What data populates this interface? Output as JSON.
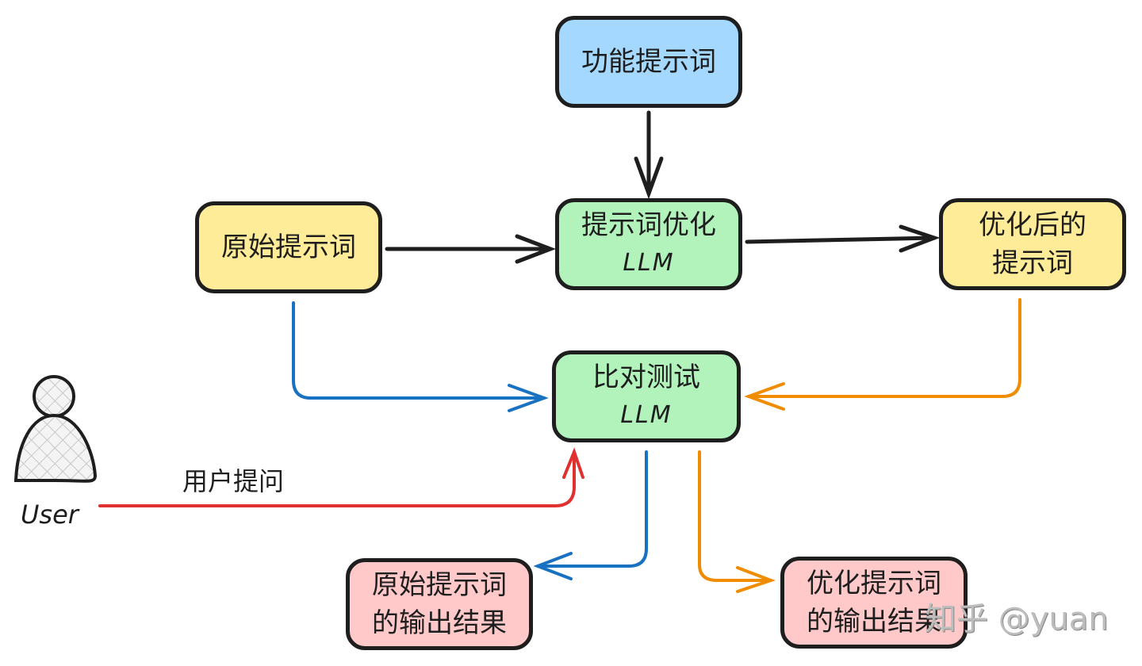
{
  "colors": {
    "blue_fill": "#a5d8ff",
    "green_fill": "#b2f2bb",
    "yellow_fill": "#ffec99",
    "pink_fill": "#ffc9c9",
    "stroke": "#1e1e1e",
    "arrow_blue": "#1971c2",
    "arrow_orange": "#f08c00",
    "arrow_red": "#e03131",
    "arrow_black": "#1e1e1e"
  },
  "nodes": {
    "function_prompt": {
      "title": "功能提示词"
    },
    "optimizer_llm": {
      "title": "提示词优化",
      "subtitle": "LLM"
    },
    "original_prompt": {
      "title": "原始提示词"
    },
    "optimized_prompt": {
      "title": "优化后的",
      "subtitle": "提示词"
    },
    "compare_llm": {
      "title": "比对测试",
      "subtitle": "LLM"
    },
    "original_output": {
      "title": "原始提示词",
      "subtitle": "的输出结果"
    },
    "optimized_output": {
      "title": "优化提示词",
      "subtitle": "的输出结果"
    }
  },
  "user": {
    "label": "User"
  },
  "edges": {
    "user_question_label": "用户提问"
  },
  "watermark": "知乎 @yuan"
}
